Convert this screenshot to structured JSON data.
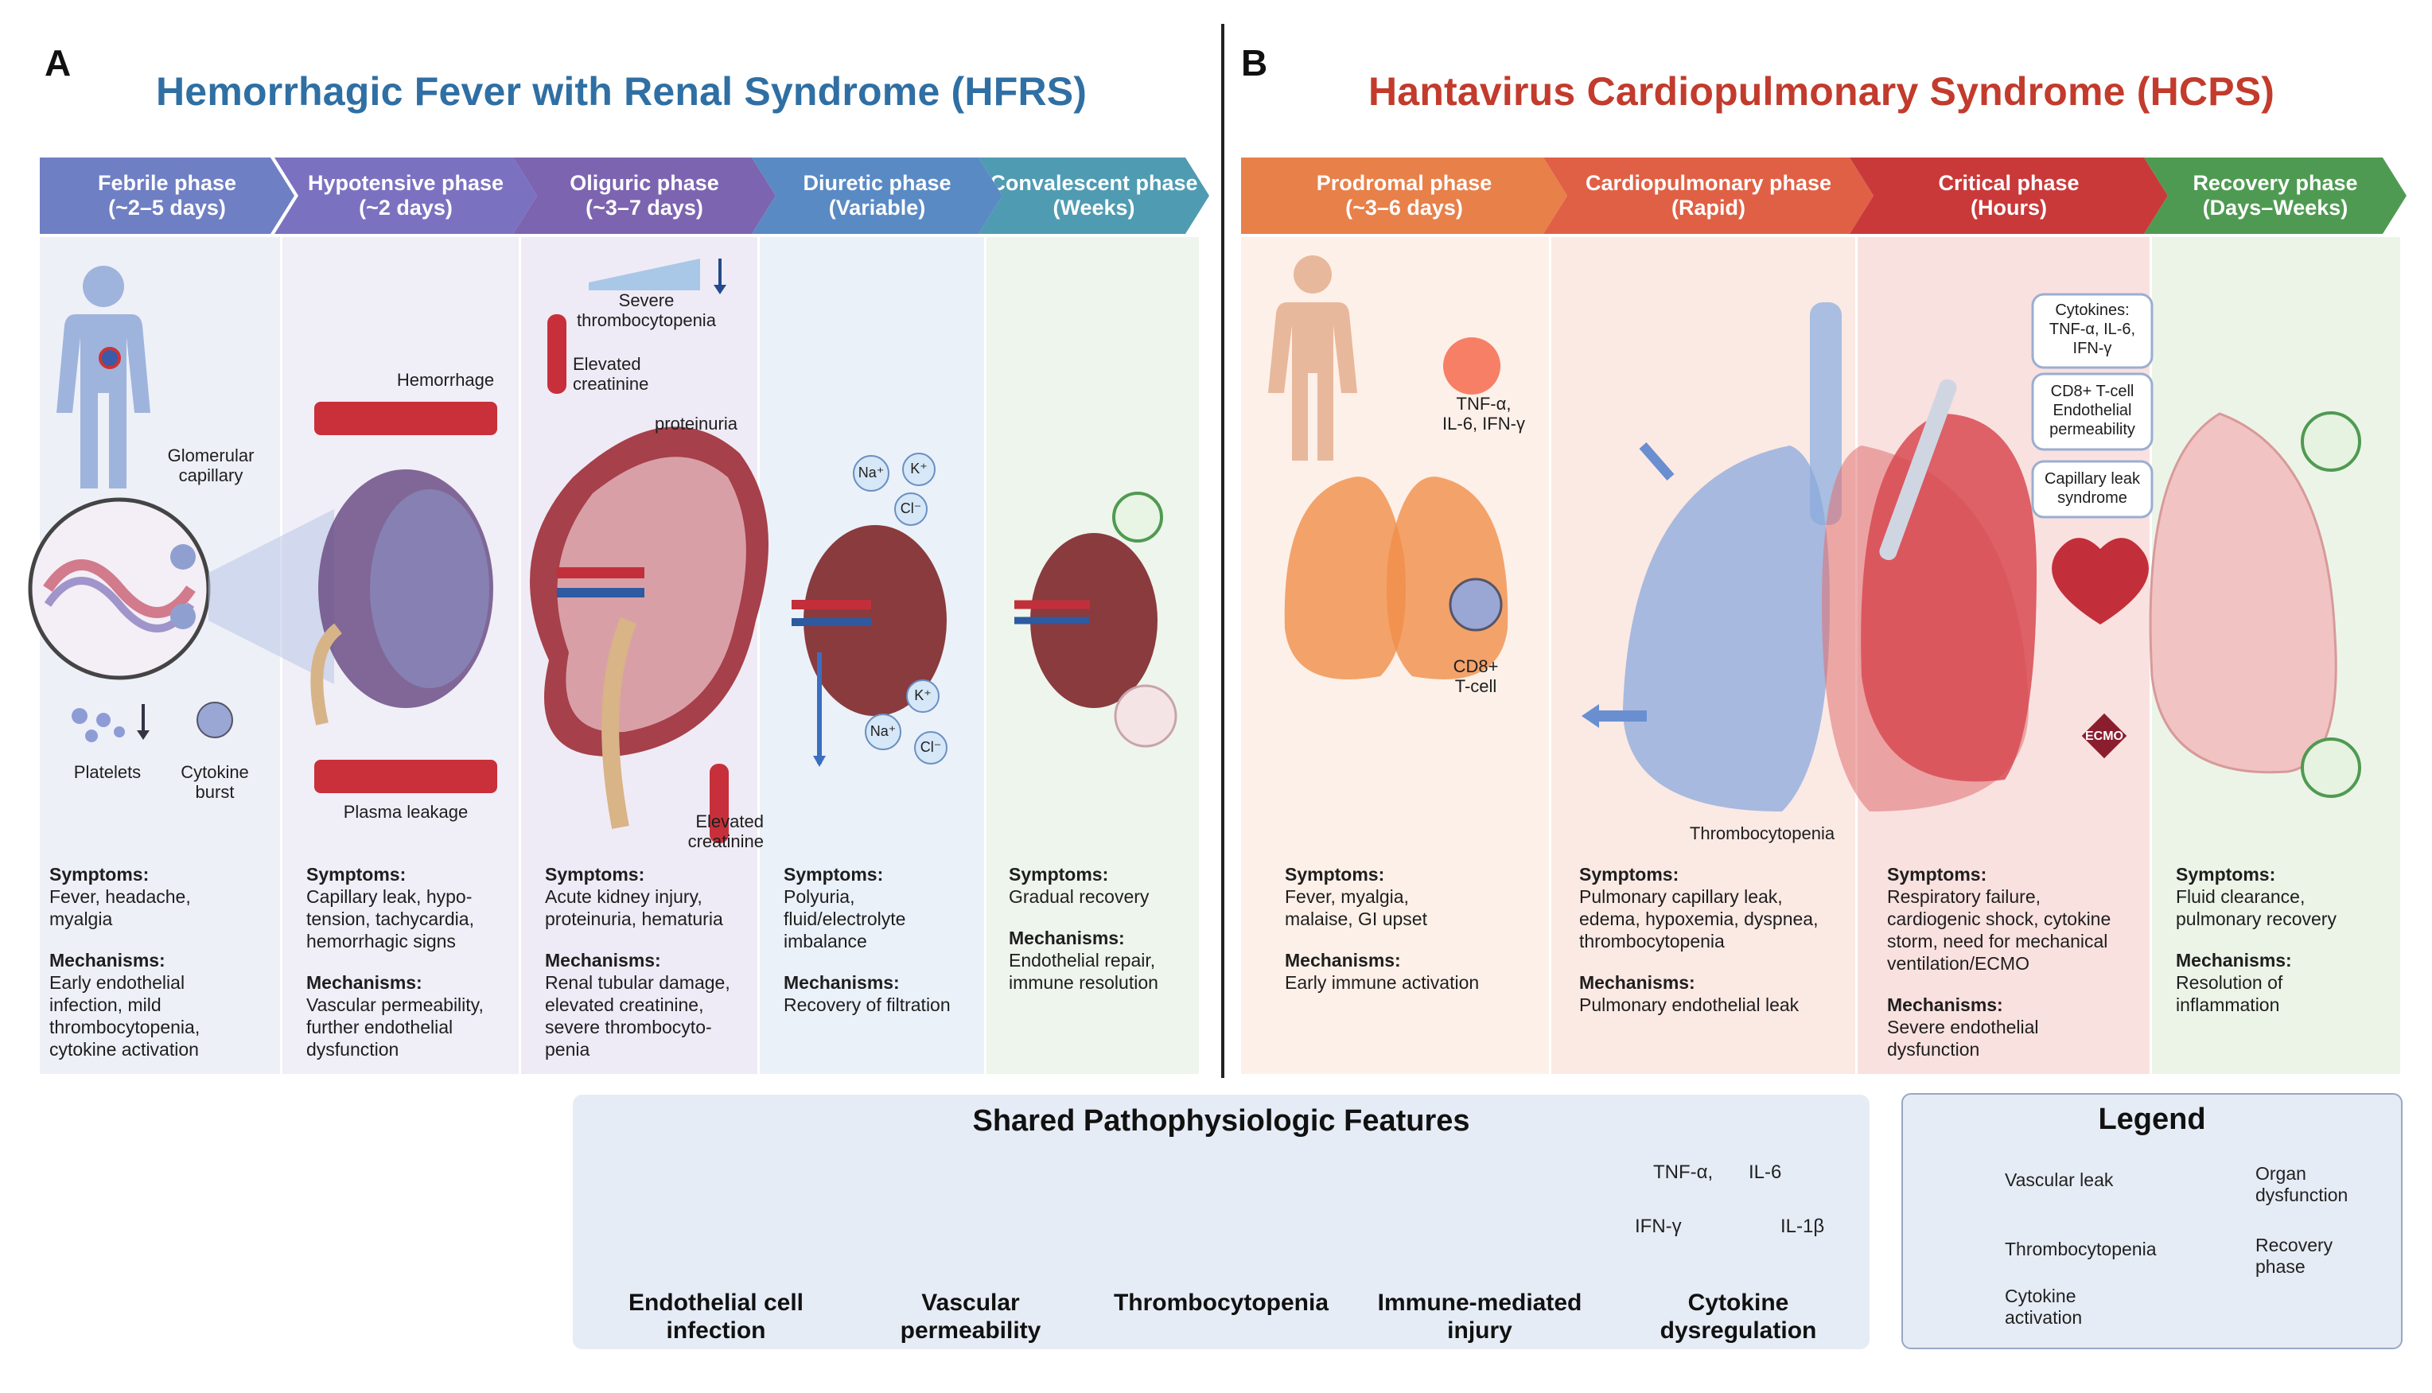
{
  "panel_a": {
    "letter": "A",
    "title": "Hemorrhagic Fever with Renal Syndrome (HFRS)",
    "phases": [
      {
        "name": "Febrile phase",
        "duration": "(~2–5 days)",
        "symptoms": [
          "Fever, headache,",
          "myalgia"
        ],
        "mechanisms": [
          "Early endothelial",
          "infection, mild",
          "thrombocytopenia,",
          "cytokine activation"
        ]
      },
      {
        "name": "Hypotensive phase",
        "duration": "(~2 days)",
        "symptoms": [
          "Capillary leak, hypo-",
          "tension, tachycardia,",
          "hemorrhagic signs"
        ],
        "mechanisms": [
          "Vascular permeability,",
          "further endothelial",
          "dysfunction"
        ]
      },
      {
        "name": "Oliguric phase",
        "duration": "(~3–7 days)",
        "symptoms": [
          "Acute kidney injury,",
          "proteinuria, hematuria"
        ],
        "mechanisms": [
          "Renal tubular damage,",
          "elevated creatinine,",
          "severe thrombocyto-",
          "penia"
        ]
      },
      {
        "name": "Diuretic phase",
        "duration": "(Variable)",
        "symptoms": [
          "Polyuria,",
          "fluid/electrolyte",
          "imbalance"
        ],
        "mechanisms": [
          "Recovery of filtration"
        ]
      },
      {
        "name": "Convalescent phase",
        "duration": "(Weeks)",
        "symptoms": [
          "Gradual recovery"
        ],
        "mechanisms": [
          "Endothelial repair,",
          "immune resolution"
        ]
      }
    ],
    "labels": {
      "glomerular": "Glomerular\ncapillary",
      "platelets": "Platelets",
      "cytokine_burst": "Cytokine\nburst",
      "hemorrhage": "Hemorrhage",
      "plasma_leakage": "Plasma leakage",
      "severe_thrombo": "Severe\nthrombocytopenia",
      "elevated_creatinine_1": "Elevated\ncreatinine",
      "proteinuria": "proteinuria",
      "elevated_creatinine_2": "Elevated\ncreatinine",
      "na": "Na⁺",
      "k": "K⁺",
      "cl": "Cl⁻"
    }
  },
  "panel_b": {
    "letter": "B",
    "title": "Hantavirus Cardiopulmonary Syndrome (HCPS)",
    "phases": [
      {
        "name": "Prodromal phase",
        "duration": "(~3–6 days)",
        "symptoms": [
          "Fever, myalgia,",
          "malaise, GI upset"
        ],
        "mechanisms": [
          "Early immune activation"
        ]
      },
      {
        "name": "Cardiopulmonary phase",
        "duration": "(Rapid)",
        "symptoms": [
          "Pulmonary capillary leak,",
          "edema, hypoxemia, dyspnea,",
          "thrombocytopenia"
        ],
        "mechanisms": [
          "Pulmonary endothelial leak"
        ]
      },
      {
        "name": "Critical phase",
        "duration": "(Hours)",
        "symptoms": [
          "Respiratory failure,",
          "cardiogenic shock, cytokine",
          "storm, need for mechanical",
          "ventilation/ECMO"
        ],
        "mechanisms": [
          "Severe endothelial",
          "dysfunction"
        ]
      },
      {
        "name": "Recovery phase",
        "duration": "(Days–Weeks)",
        "symptoms": [
          "Fluid clearance,",
          "pulmonary recovery"
        ],
        "mechanisms": [
          "Resolution of",
          "inflammation"
        ]
      }
    ],
    "labels": {
      "cytokines_prodromal": "TNF-α,\nIL-6, IFN-γ",
      "cd8": "CD8+\nT-cell",
      "thrombocytopenia": "Thrombocytopenia",
      "box_cytokines": "Cytokines:\nTNF-α, IL-6,\nIFN-γ",
      "box_cd8": "CD8+ T-cell\nEndothelial\npermeability",
      "box_capillary": "Capillary leak\nsyndrome",
      "ecmo": "ECMO"
    }
  },
  "headings": {
    "symptoms": "Symptoms:",
    "mechanisms": "Mechanisms:"
  },
  "shared": {
    "title": "Shared Pathophysiologic Features",
    "features": [
      {
        "label": "Endothelial cell\ninfection",
        "icon": "endothelial-infection-icon"
      },
      {
        "label": "Vascular\npermeability",
        "icon": "vascular-permeability-icon"
      },
      {
        "label": "Thrombocytopenia",
        "icon": "thrombocytopenia-icon"
      },
      {
        "label": "Immune-mediated\ninjury",
        "icon": "immune-injury-icon"
      },
      {
        "label": "Cytokine\ndysregulation",
        "icon": "cytokine-icon"
      }
    ],
    "cytokine_labels": [
      "TNF-α,",
      "IL-6",
      "IFN-γ",
      "IL-1β"
    ]
  },
  "legend": {
    "title": "Legend",
    "items": [
      {
        "label": "Vascular leak",
        "icon": "vascular-leak-icon"
      },
      {
        "label": "Organ\ndysfunction",
        "icon": "lungs-icon"
      },
      {
        "label": "Thrombocytopenia",
        "icon": "platelet-icon"
      },
      {
        "label": "Recovery\nphase",
        "icon": "recovery-icon"
      },
      {
        "label": "Cytokine\nactivation",
        "icon": "cytokine-icon"
      }
    ]
  },
  "colors": {
    "hfrs_title": "#2f6fa3",
    "hcps_title": "#c23b2c",
    "febrile": "#6f7fc4",
    "hypotensive": "#7a72c0",
    "oliguric": "#7d64b0",
    "diuretic": "#5a8ac4",
    "convalescent": "#4f9bb2",
    "prodromal": "#e8804a",
    "cardiopulmonary": "#e06045",
    "critical": "#c9393a",
    "recovery": "#4f9a52"
  }
}
